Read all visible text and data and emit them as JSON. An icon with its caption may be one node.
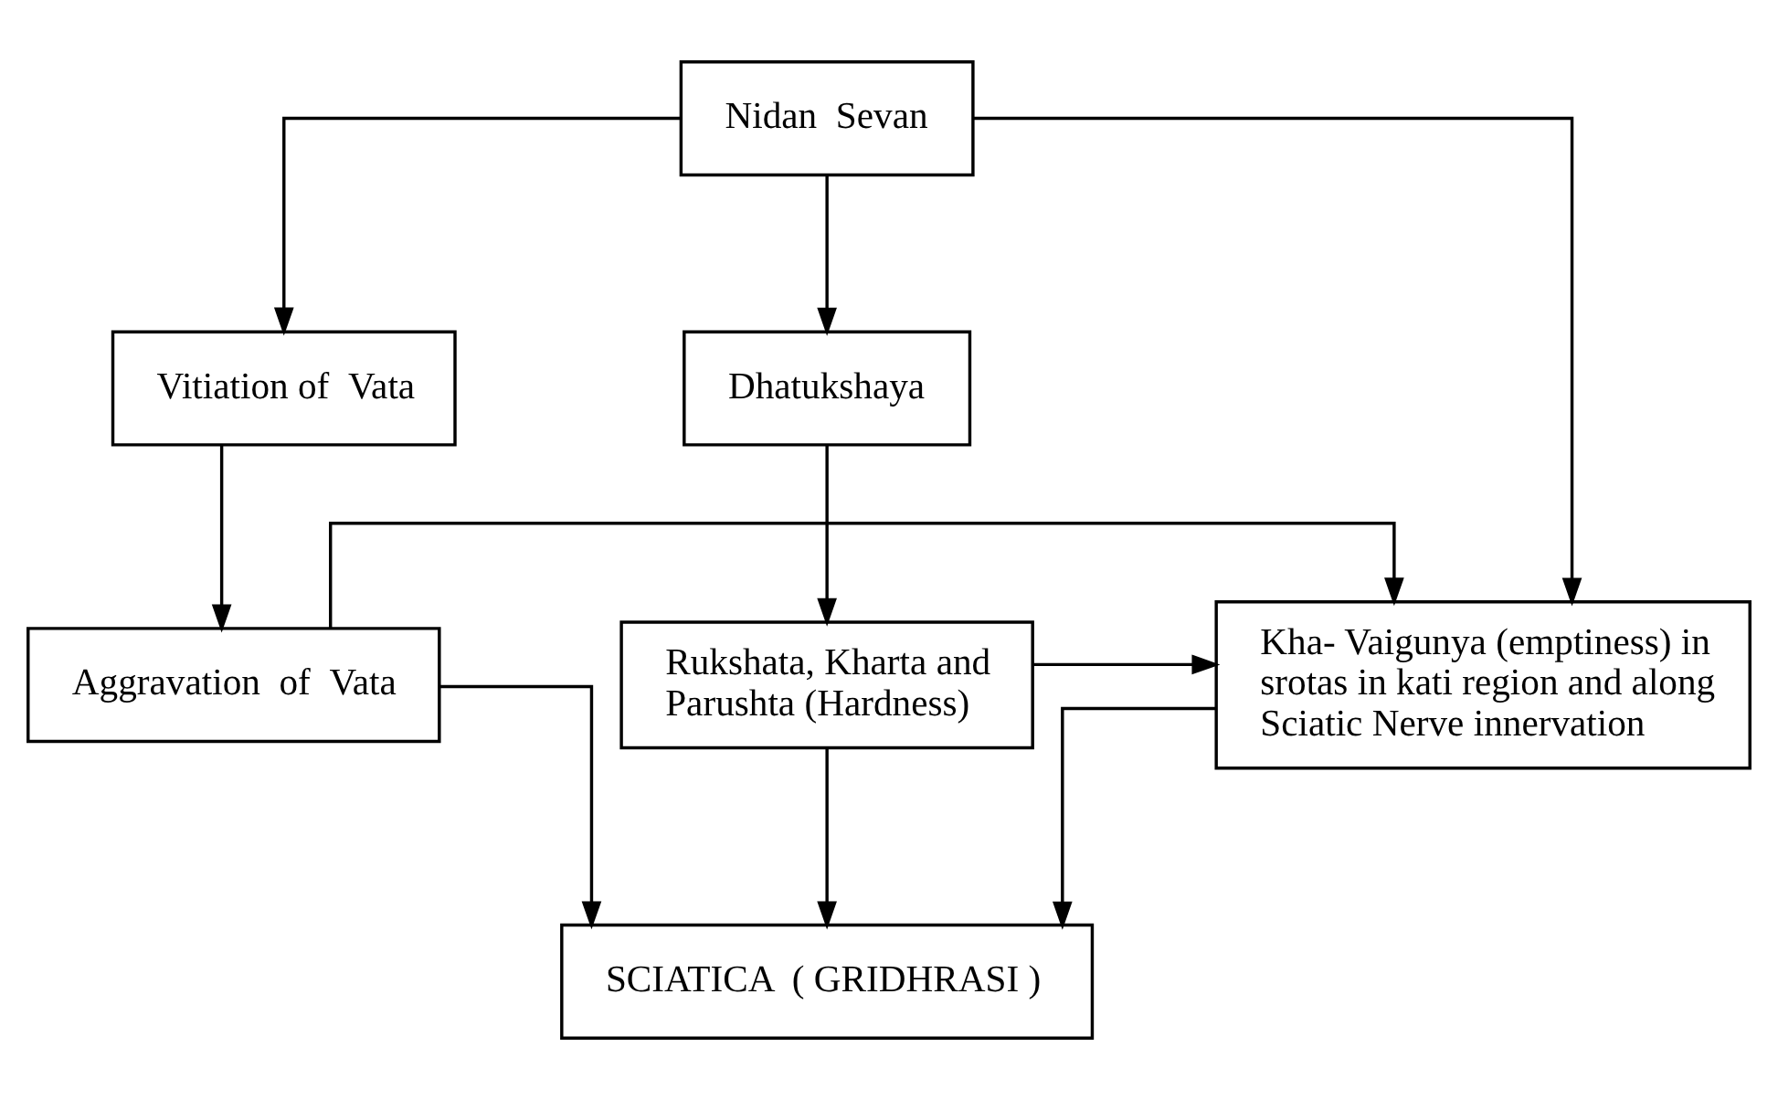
{
  "diagram": {
    "nodes": [
      {
        "text": [
          "Nidan  Sevan"
        ]
      },
      {
        "text": [
          "Vitiation of  Vata"
        ]
      },
      {
        "text": [
          "Dhatukshaya"
        ]
      },
      {
        "text": [
          "Aggravation  of  Vata"
        ]
      },
      {
        "text": [
          "Kha- Vaigunya (emptiness) in srotas in kati region and along Sciatic Nerve innervation"
        ]
      },
      {
        "text": [
          "Rukshata, Kharta and Parushta (Hardness)"
        ]
      },
      {
        "text": [
          "SCIATICA  ( GRIDHRASI )"
        ]
      }
    ],
    "edges": [
      {
        "from": 0,
        "to": 1,
        "arrow": "to"
      },
      {
        "from": 0,
        "to": 4,
        "arrow": "to"
      },
      {
        "from": 0,
        "to": 2,
        "arrow": "to"
      },
      {
        "from": 1,
        "to": 3,
        "arrow": "to"
      },
      {
        "from": 2,
        "to": 5,
        "arrow": "to"
      },
      {
        "from": 3,
        "to": 4,
        "arrow": "to"
      },
      {
        "from": 5,
        "to": 4,
        "arrow": "to"
      },
      {
        "from": 3,
        "to": 6,
        "arrow": "to"
      },
      {
        "from": 4,
        "to": 6,
        "arrow": "to"
      },
      {
        "from": 5,
        "to": 6,
        "arrow": "to"
      }
    ]
  }
}
